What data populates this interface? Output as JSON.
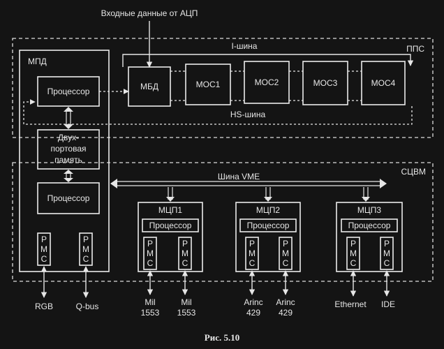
{
  "input_label": "Входные данные от АЦП",
  "regions": {
    "pps": "ППС",
    "scvm": "СЦВМ"
  },
  "buses": {
    "i_bus": "I-шина",
    "hs_bus": "HS-шина",
    "vme_bus": "Шина VME"
  },
  "mpd": {
    "title": "МПД",
    "processor_top": "Процессор",
    "dual_memory": [
      "Двух-",
      "портовая",
      "память"
    ],
    "processor_bottom": "Процессор",
    "pmc": [
      "P",
      "M",
      "C"
    ],
    "io": [
      "RGB",
      "Q-bus"
    ]
  },
  "pipeline": [
    "МБД",
    "МОС1",
    "МОС2",
    "МОС3",
    "МОС4"
  ],
  "mcp": [
    {
      "title": "МЦП1",
      "processor": "Процессор",
      "io": [
        [
          "Mil",
          "1553"
        ],
        [
          "Mil",
          "1553"
        ]
      ]
    },
    {
      "title": "МЦП2",
      "processor": "Процессор",
      "io": [
        [
          "Arinc",
          "429"
        ],
        [
          "Arinc",
          "429"
        ]
      ]
    },
    {
      "title": "МЦП3",
      "processor": "Процессор",
      "io": [
        [
          "Ethernet"
        ],
        [
          "IDE"
        ]
      ]
    }
  ],
  "caption": "Рис. 5.10"
}
